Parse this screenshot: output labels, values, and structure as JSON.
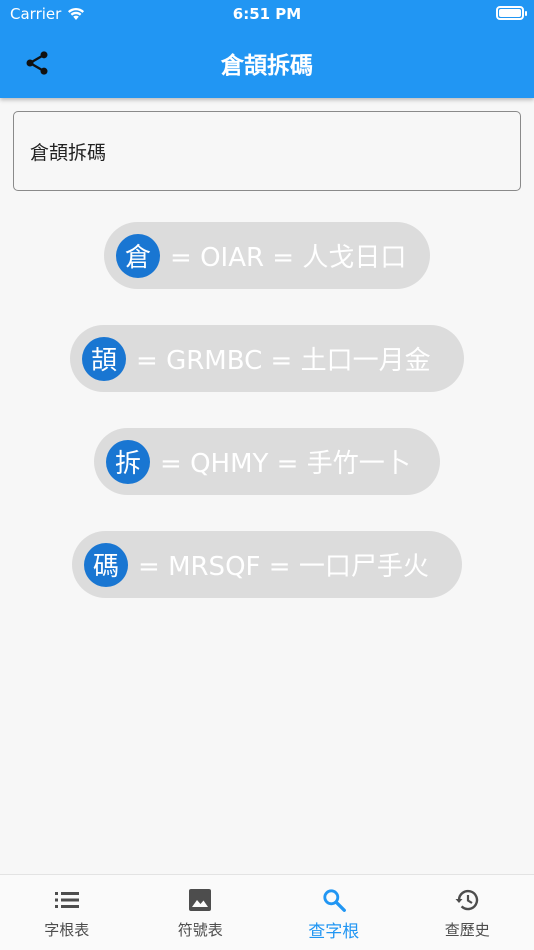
{
  "status_bar": {
    "carrier": "Carrier",
    "time": "6:51 PM"
  },
  "appbar": {
    "title": "倉頡拆碼",
    "color": "#2196f3"
  },
  "search": {
    "value": "倉頡拆碼"
  },
  "results": [
    {
      "char": "倉",
      "code": "OIAR",
      "radicals": "人戈日口"
    },
    {
      "char": "頡",
      "code": "GRMBC",
      "radicals": "土口一月金"
    },
    {
      "char": "拆",
      "code": "QHMY",
      "radicals": "手竹一卜"
    },
    {
      "char": "碼",
      "code": "MRSQF",
      "radicals": "一口尸手火"
    }
  ],
  "bottom_nav": {
    "items": [
      {
        "label": "字根表",
        "icon": "list-icon",
        "active": false
      },
      {
        "label": "符號表",
        "icon": "image-icon",
        "active": false
      },
      {
        "label": "查字根",
        "icon": "search-icon",
        "active": true
      },
      {
        "label": "查歷史",
        "icon": "history-icon",
        "active": false
      }
    ]
  },
  "colors": {
    "accent": "#2196f3",
    "avatar": "#1976d2",
    "chip": "#dcdcdc"
  }
}
